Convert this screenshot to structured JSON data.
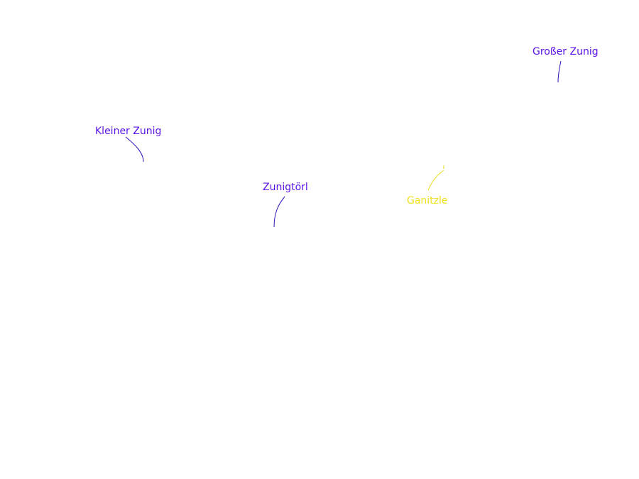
{
  "labels": {
    "grosser_zunig": "Großer Zunig",
    "kleiner_zunig": "Kleiner Zunig",
    "zunigtoerl": "Zunigtörl",
    "ganitzle": "Ganitzle"
  },
  "colors": {
    "peak_label": "#5a14e6",
    "peak_leader": "#2a14b4",
    "place_label": "#f0e020",
    "place_leader": "#e6dc1e",
    "background": "#ffffff"
  }
}
